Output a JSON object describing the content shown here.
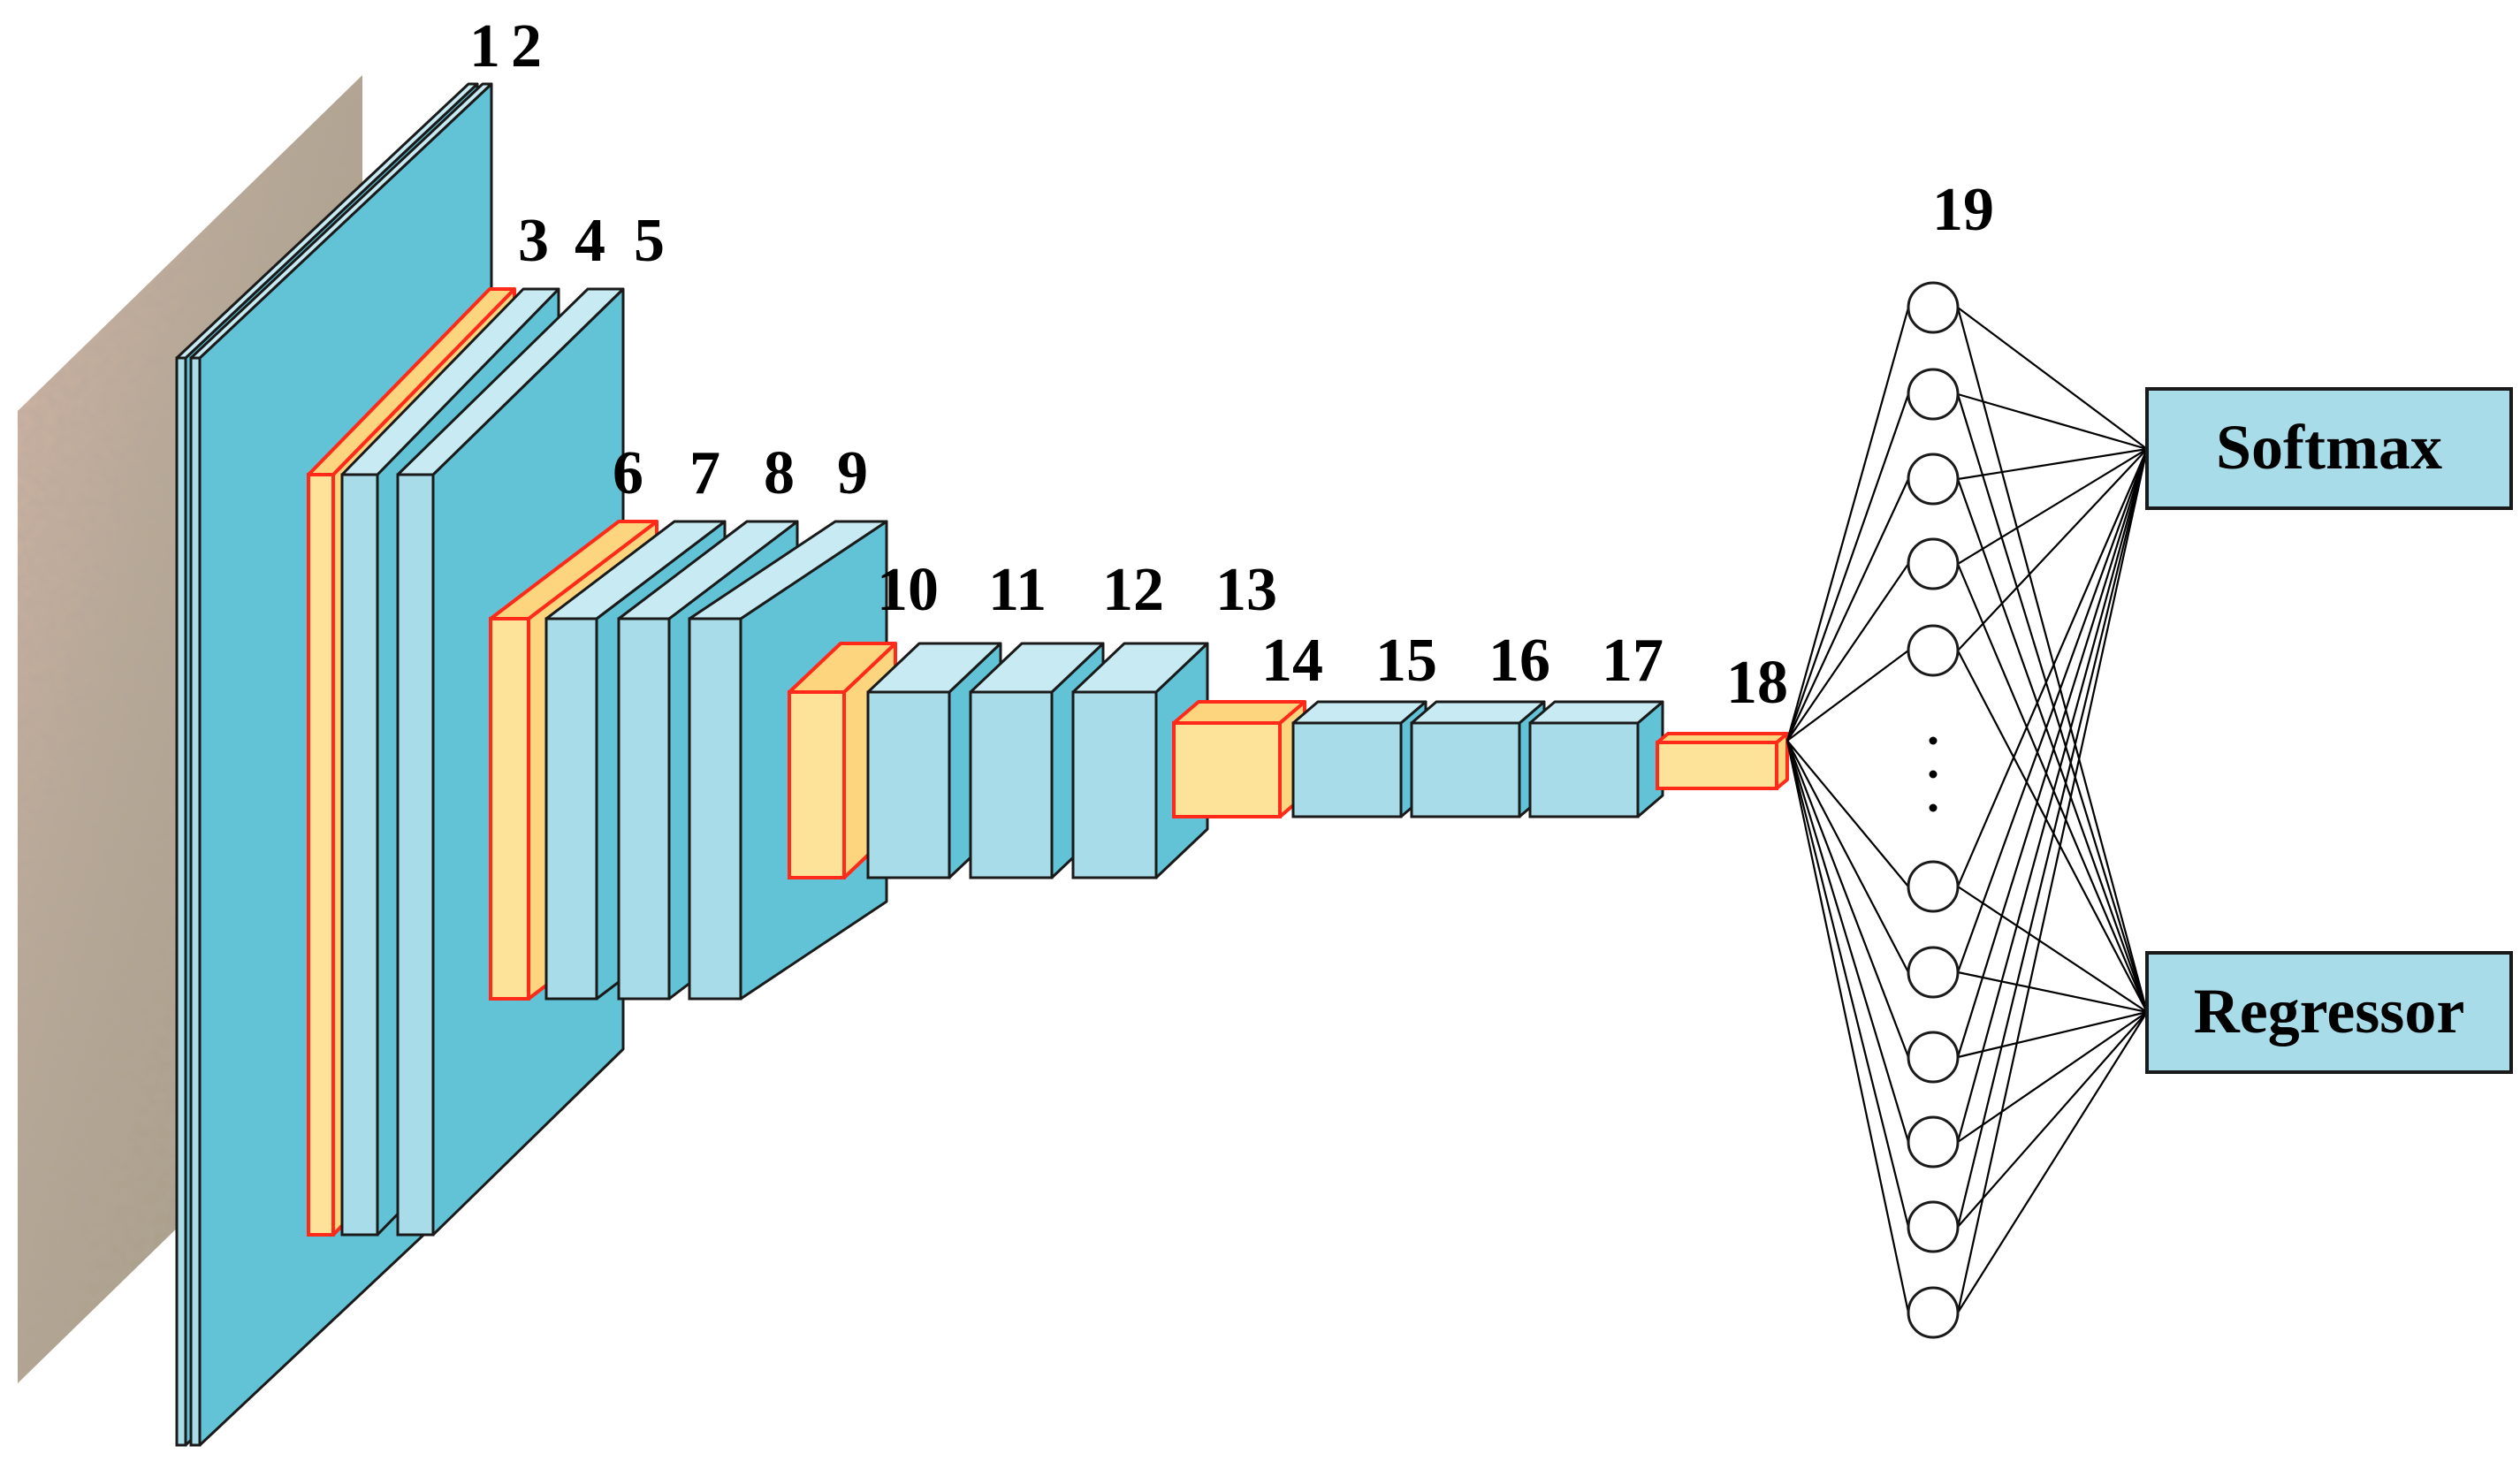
{
  "colors": {
    "conv_front": "#a8dce8",
    "conv_side": "#62c3d7",
    "conv_top": "#c8ebf3",
    "pool_front": "#fde29a",
    "pool_side": "#fdd57f",
    "pool_border": "#ff2a1a",
    "edge": "#1a1a1a",
    "output_box": "#a8dce8"
  },
  "layers": {
    "l1": "1",
    "l2": "2",
    "l3": "3",
    "l4": "4",
    "l5": "5",
    "l6": "6",
    "l7": "7",
    "l8": "8",
    "l9": "9",
    "l10": "10",
    "l11": "11",
    "l12": "12",
    "l13": "13",
    "l14": "14",
    "l15": "15",
    "l16": "16",
    "l17": "17",
    "l18": "18",
    "l19": "19"
  },
  "fc": {
    "ellipsis": "·\n·\n·",
    "visible_neurons": 11
  },
  "outputs": {
    "softmax": "Softmax",
    "regressor": "Regressor"
  }
}
